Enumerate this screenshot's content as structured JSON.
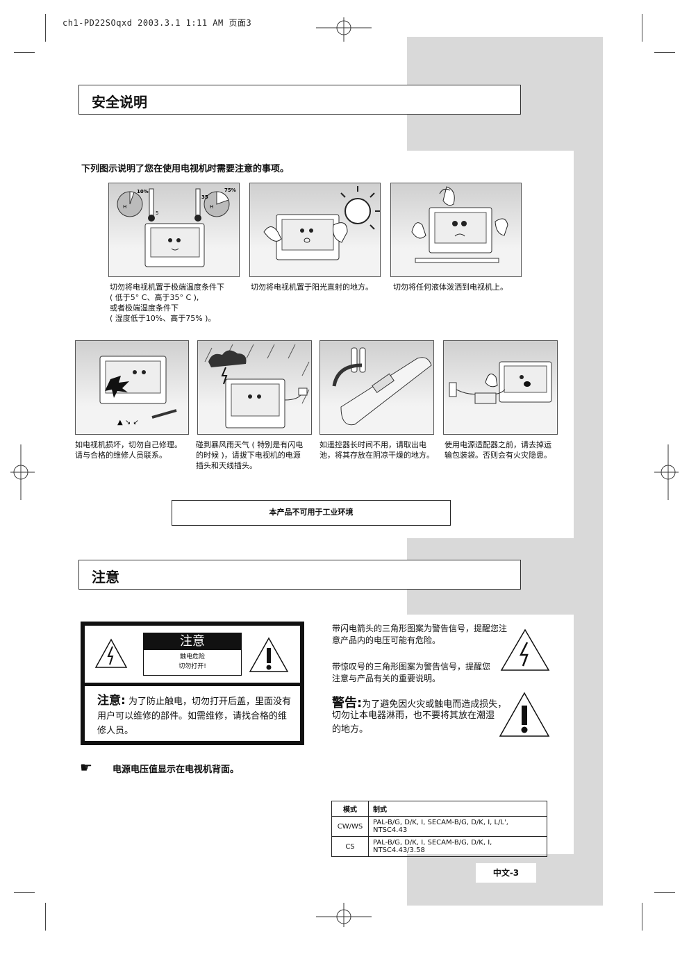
{
  "file_header": "ch1-PD22SOqxd 2003.3.1 1:11 AM 页面3",
  "safety": {
    "title": "安全说明",
    "intro": "下列图示说明了您在使用电视机时需要注意的事项。",
    "illustrations": [
      {
        "icon": "tv-temperature-humidity-icon",
        "caption": "切勿将电视机置于极端温度条件下\n( 低于5° C、高于35° C ),\n或者极端湿度条件下\n( 湿度低于10%、高于75% )。",
        "labels": {
          "humidity_low": "10%",
          "humidity_high": "75%",
          "temp_high": "35",
          "temp_low": "5",
          "h": "H"
        }
      },
      {
        "icon": "tv-sunlight-icon",
        "caption": "切勿将电视机置于阳光直射的地方。"
      },
      {
        "icon": "tv-liquid-spill-icon",
        "caption": "切勿将任何液体泼洒到电视机上。"
      },
      {
        "icon": "tv-broken-icon",
        "caption": "如电视机损坏，切勿自己修理。\n请与合格的维修人员联系。"
      },
      {
        "icon": "tv-thunderstorm-icon",
        "caption": "碰到暴风雨天气 ( 特别是有闪电\n的时候 )，请拔下电视机的电源\n插头和天线插头。"
      },
      {
        "icon": "remote-battery-icon",
        "caption": "如遥控器长时间不用，请取出电\n池，将其存放在阴凉干燥的地方。"
      },
      {
        "icon": "tv-power-adapter-icon",
        "caption": "使用电源适配器之前，请去掉运\n输包装袋。否则会有火灾隐患。"
      }
    ],
    "notice": "本产品不可用于工业环境"
  },
  "caution": {
    "title": "注意",
    "box_label": "注意",
    "box_sub1": "触电危险",
    "box_sub2": "切勿打开!",
    "box_lead": "注意:",
    "box_text": " 为了防止触电，切勿打开后盖，里面没有用户可以维修的部件。如需维修，请找合格的维修人员。",
    "lightning_desc": "带闪电箭头的三角形图案为警告信号，提醒您注意产品内的电压可能有危险。",
    "exclaim_desc": "带惊叹号的三角形图案为警告信号，提醒您注意与产品有关的重要说明。",
    "warning_lead": "警告:",
    "warning_text": "为了避免因火灾或触电而造成损失，切勿让本电器淋雨，也不要将其放在潮湿",
    "warning_tail": "的地方。",
    "pointer_note": "电源电压值显示在电视机背面。"
  },
  "spec_table": {
    "headers": [
      "模式",
      "制式"
    ],
    "rows": [
      [
        "CW/WS",
        "PAL-B/G, D/K, I, SECAM-B/G, D/K, I, L/L', NTSC4.43"
      ],
      [
        "CS",
        "PAL-B/G, D/K, I, SECAM-B/G, D/K, I, NTSC4.43/3.58"
      ]
    ]
  },
  "page_number": "中文-3"
}
